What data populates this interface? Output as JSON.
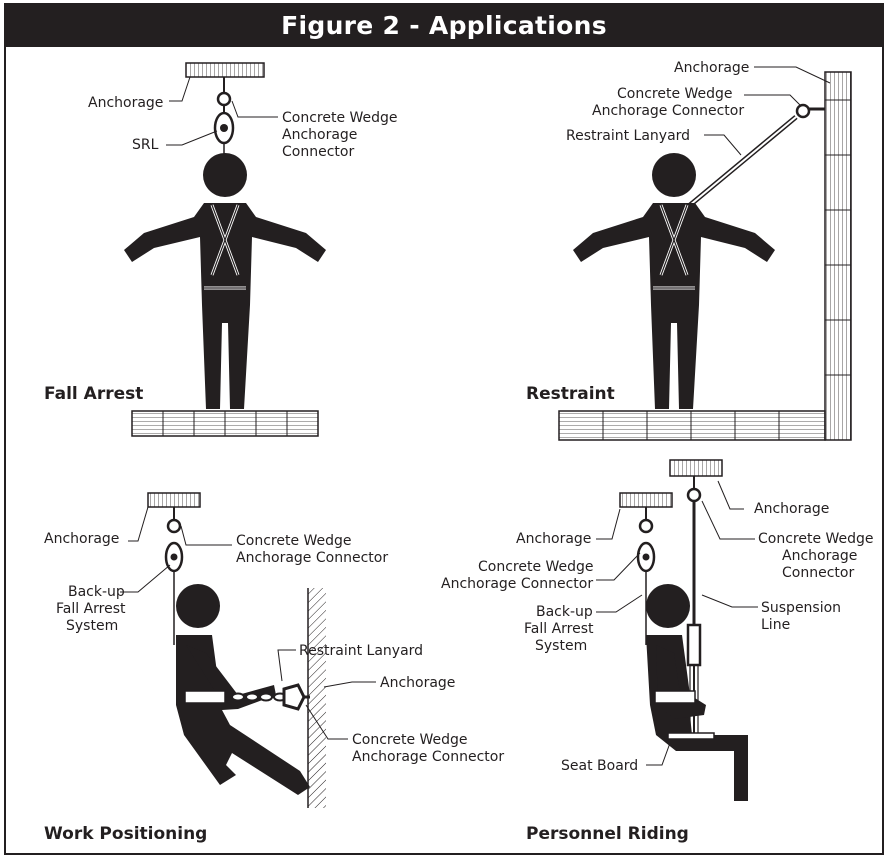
{
  "header": {
    "title": "Figure 2 - Applications"
  },
  "panels": {
    "fall_arrest": {
      "title": "Fall Arrest",
      "labels": {
        "anchorage": "Anchorage",
        "connector_1": "Concrete Wedge",
        "connector_2": "Anchorage",
        "connector_3": "Connector",
        "srl": "SRL"
      }
    },
    "restraint": {
      "title": "Restraint",
      "labels": {
        "anchorage": "Anchorage",
        "connector_1": "Concrete Wedge",
        "connector_2": "Anchorage Connector",
        "lanyard": "Restraint Lanyard"
      }
    },
    "work_positioning": {
      "title": "Work Positioning",
      "labels": {
        "anchorage_top": "Anchorage",
        "connector_top_1": "Concrete Wedge",
        "connector_top_2": "Anchorage Connector",
        "backup_1": "Back-up",
        "backup_2": "Fall Arrest",
        "backup_3": "System",
        "lanyard": "Restraint Lanyard",
        "anchorage_wall": "Anchorage",
        "connector_wall_1": "Concrete Wedge",
        "connector_wall_2": "Anchorage Connector"
      }
    },
    "personnel_riding": {
      "title": "Personnel Riding",
      "labels": {
        "anchorage_left": "Anchorage",
        "connector_left_1": "Concrete Wedge",
        "connector_left_2": "Anchorage Connector",
        "anchorage_right": "Anchorage",
        "connector_right_1": "Concrete Wedge",
        "connector_right_2": "Anchorage",
        "connector_right_3": "Connector",
        "backup_1": "Back-up",
        "backup_2": "Fall Arrest",
        "backup_3": "System",
        "suspension_1": "Suspension",
        "suspension_2": "Line",
        "seat": "Seat Board"
      }
    }
  }
}
